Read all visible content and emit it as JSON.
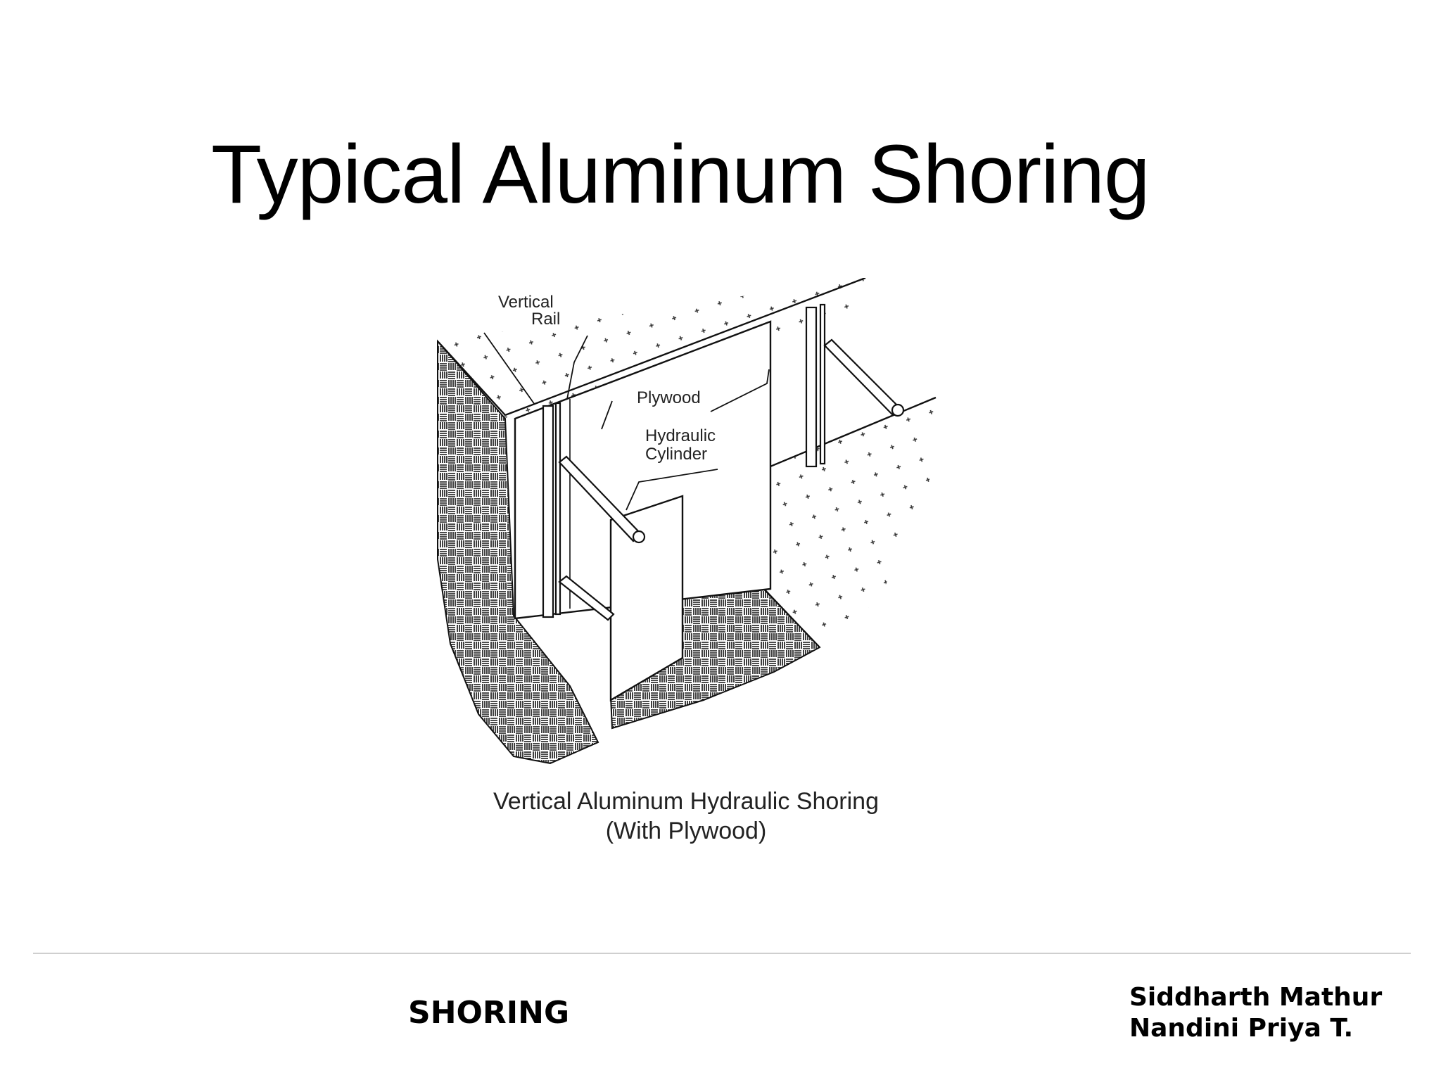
{
  "slide": {
    "title": "Typical Aluminum Shoring"
  },
  "figure": {
    "labels": {
      "vertical_rail_line1": "Vertical",
      "vertical_rail_line2": "Rail",
      "plywood": "Plywood",
      "hydraulic_line1": "Hydraulic",
      "hydraulic_line2": "Cylinder"
    },
    "caption_line1": "Vertical Aluminum Hydraulic Shoring",
    "caption_line2": "(With Plywood)"
  },
  "footer": {
    "topic": "SHORING",
    "author1": "Siddharth Mathur",
    "author2": "Nandini Priya T."
  }
}
